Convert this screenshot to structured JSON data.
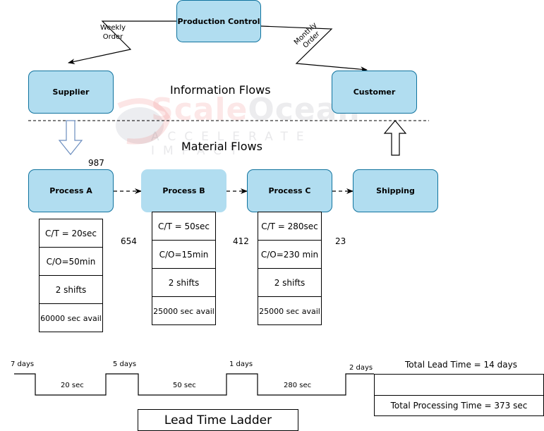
{
  "diagram": {
    "title": "Value Stream Map",
    "colors": {
      "box_fill": "#b1ddf0",
      "box_stroke": "#10739e",
      "push_arrow_stroke": "#6c8ebf"
    },
    "info_nodes": {
      "production_control": "Production Control",
      "supplier": "Supplier",
      "customer": "Customer"
    },
    "info_flows": {
      "weekly_order": [
        "Weekly",
        "Order"
      ],
      "monthly_order": [
        "Monthly",
        "Order"
      ]
    },
    "section_labels": {
      "information": "Information Flows",
      "material": "Material Flows"
    },
    "watermark": {
      "brand_a": "Scale",
      "brand_b": "Ocean",
      "tagline": "ACCELERATE IMPACT"
    },
    "processes": [
      {
        "name": "Process A",
        "data": [
          "C/T = 20sec",
          "C/O=50min",
          "2 shifts",
          "60000 sec avail"
        ]
      },
      {
        "name": "Process B",
        "data": [
          "C/T = 50sec",
          "C/O=15min",
          "2 shifts",
          "25000 sec avail"
        ]
      },
      {
        "name": "Process C",
        "data": [
          "C/T = 280sec",
          "C/O=230 min",
          "2 shifts",
          "25000 sec avail"
        ]
      }
    ],
    "shipping": "Shipping",
    "inventory": [
      "987",
      "654",
      "412",
      "23"
    ],
    "ladder": {
      "wait_labels": [
        "7 days",
        "5 days",
        "1 days",
        "2 days"
      ],
      "process_labels": [
        "20 sec",
        "50 sec",
        "280 sec"
      ],
      "total_lead_time": "Total Lead Time = 14 days",
      "total_processing_time": "Total Processing Time = 373 sec",
      "title": "Lead Time Ladder"
    }
  }
}
